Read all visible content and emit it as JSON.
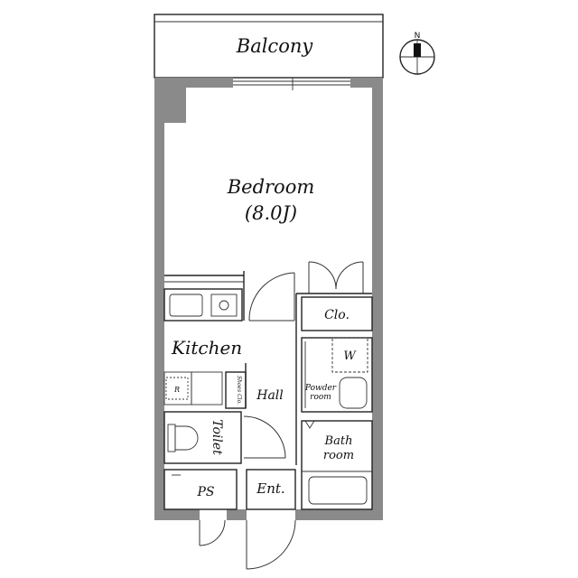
{
  "rooms": {
    "balcony": "Balcony",
    "bedroom": "Bedroom",
    "bedroom_size": "(8.0J)",
    "kitchen": "Kitchen",
    "hall": "Hall",
    "closet": "Clo.",
    "washer": "W",
    "powder_room_1": "Powder",
    "powder_room_2": "room",
    "toilet": "Toilet",
    "bath_1": "Bath",
    "bath_2": "room",
    "ps": "PS",
    "entrance": "Ent.",
    "shoes_closet": "Shoes Clo.",
    "fridge": "R"
  },
  "compass": {
    "north": "N"
  },
  "colors": {
    "wall": "#8a8a8a",
    "line": "#222222"
  }
}
